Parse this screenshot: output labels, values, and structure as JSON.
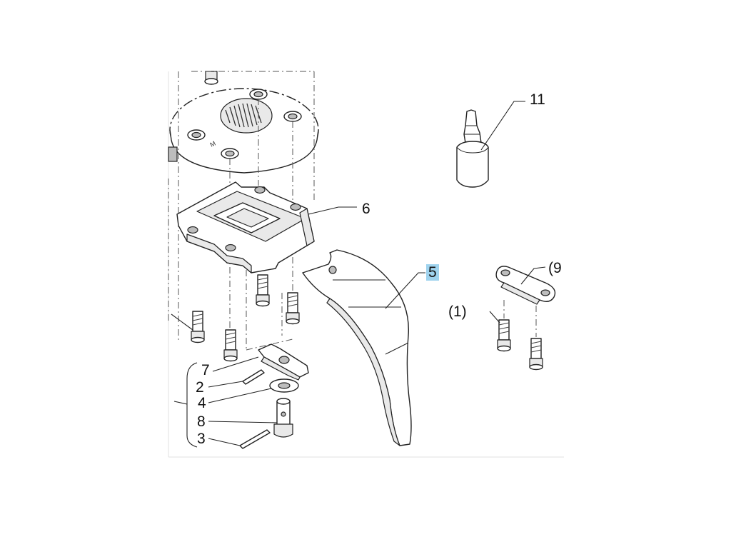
{
  "callouts": {
    "c11": "11",
    "c6": "6",
    "c5": "5",
    "c9": "(9",
    "c1": "(1)",
    "c7": "7",
    "c2": "2",
    "c4": "4",
    "c8": "8",
    "c3": "3"
  },
  "highlight_color": "#9fd3ee"
}
